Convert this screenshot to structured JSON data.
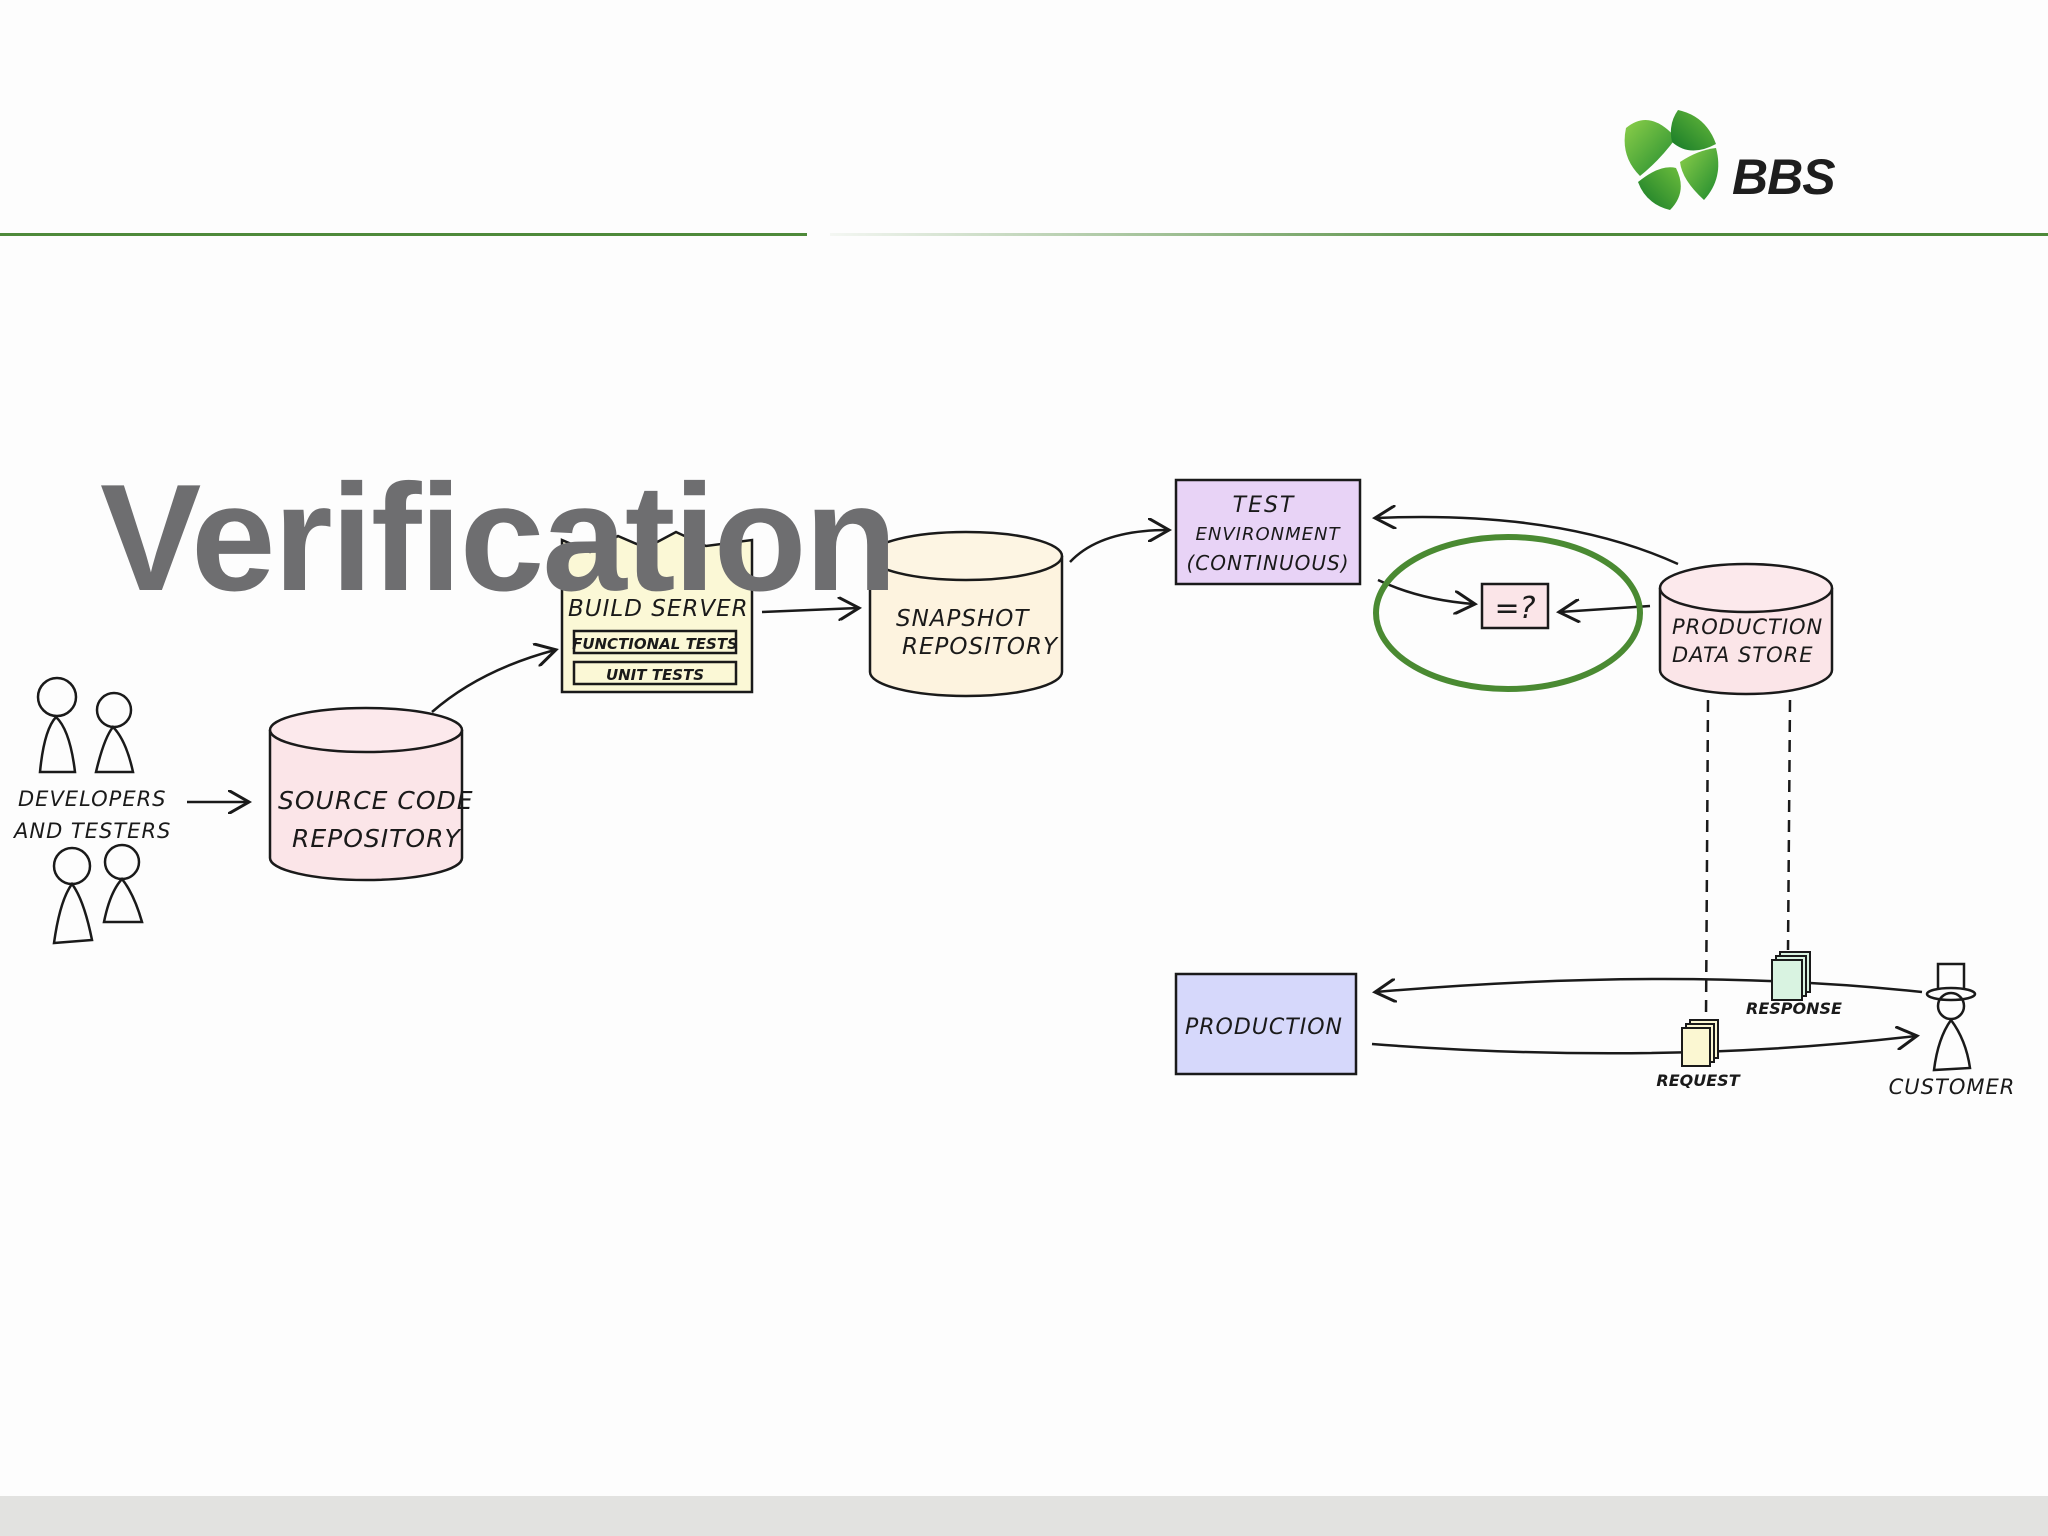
{
  "slide": {
    "title": "Verification",
    "logo_text": "BBS"
  },
  "colors": {
    "accent_green": "#4e8a3a",
    "title_gray": "#6e6e70",
    "highlight_ring": "#4a8a32"
  },
  "diagram": {
    "developers_line1": "DEVELOPERS",
    "developers_line2": "AND TESTERS",
    "source_repo_line1": "SOURCE CODE",
    "source_repo_line2": "REPOSITORY",
    "build_server": "BUILD SERVER",
    "functional_tests": "FUNCTIONAL TESTS",
    "unit_tests": "UNIT TESTS",
    "snapshot_line1": "SNAPSHOT",
    "snapshot_line2": "REPOSITORY",
    "test_env_line1": "TEST",
    "test_env_line2": "ENVIRONMENT",
    "test_env_line3": "(CONTINUOUS)",
    "compare": "=?",
    "prod_store_line1": "PRODUCTION",
    "prod_store_line2": "DATA STORE",
    "production": "PRODUCTION",
    "request": "REQUEST",
    "response": "RESPONSE",
    "customer": "CUSTOMER"
  }
}
